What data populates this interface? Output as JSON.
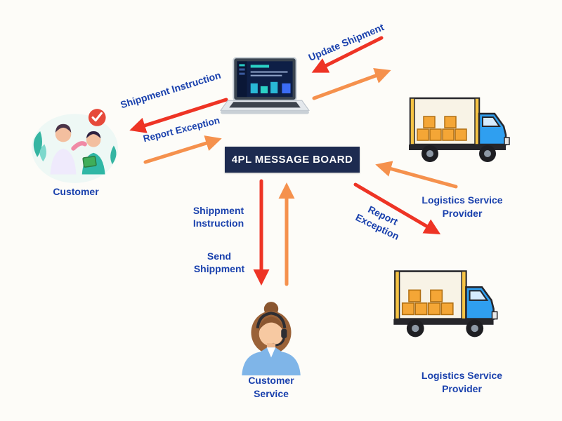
{
  "diagram": {
    "board": {
      "title": "4PL MESSAGE BOARD"
    },
    "nodes": {
      "customer": {
        "label": "Customer"
      },
      "logistics_top": {
        "label": "Logistics Service Provider"
      },
      "logistics_bottom": {
        "label": "Logistics Service Provider"
      },
      "customer_service": {
        "label": "Customer Service"
      }
    },
    "flows": {
      "update_shipment": "Update Shipment",
      "shippment_instruction_customer": "Shippment Instruction",
      "report_exception_customer": "Report Exception",
      "shippment_instruction_cs": "Shippment Instruction",
      "send_shippment": "Send Shippment",
      "report_exception_lsp": "Report Exception"
    },
    "colors": {
      "arrow_red": "#ee3425",
      "arrow_orange": "#f5914d",
      "label_blue": "#1a41ad",
      "board_background": "#1d2b50",
      "board_text": "#ffffff",
      "page_background": "#fdfcf8"
    }
  }
}
